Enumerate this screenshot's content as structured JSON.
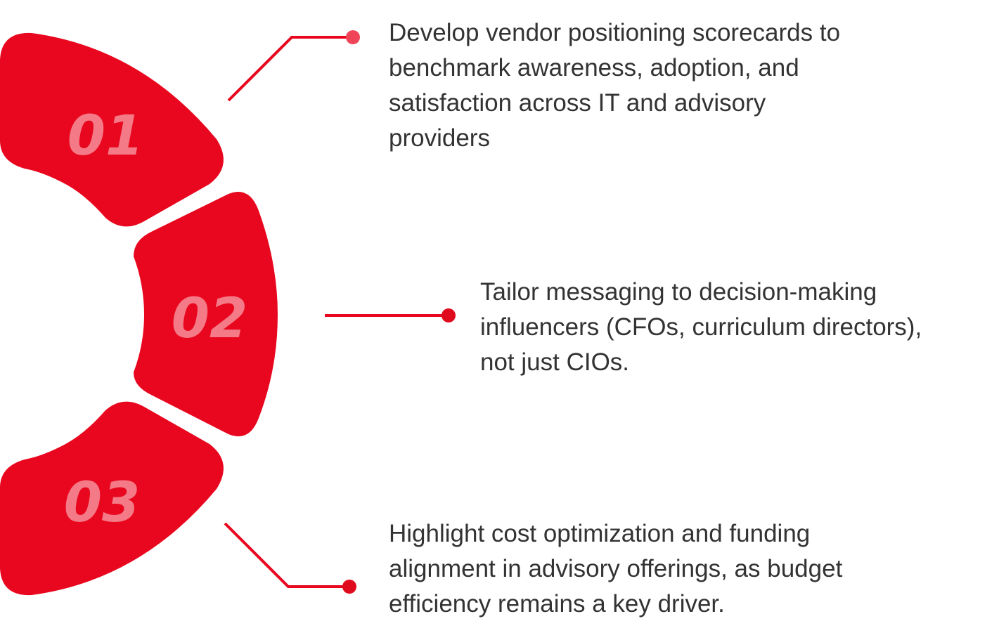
{
  "colors": {
    "segment": "#E8071E",
    "number": "#F47A87",
    "connector": "#E8071E",
    "dot_light": "#F04558",
    "text": "#333333"
  },
  "items": [
    {
      "number": "01",
      "lines": [
        "Develop vendor positioning scorecards to",
        "benchmark awareness, adoption, and",
        "satisfaction across IT and advisory",
        "providers"
      ]
    },
    {
      "number": "02",
      "lines": [
        "Tailor messaging to decision-making",
        "influencers (CFOs, curriculum directors),",
        "not just CIOs."
      ]
    },
    {
      "number": "03",
      "lines": [
        "Highlight cost optimization and funding",
        "alignment in advisory offerings, as budget",
        "efficiency remains a key driver."
      ]
    }
  ]
}
